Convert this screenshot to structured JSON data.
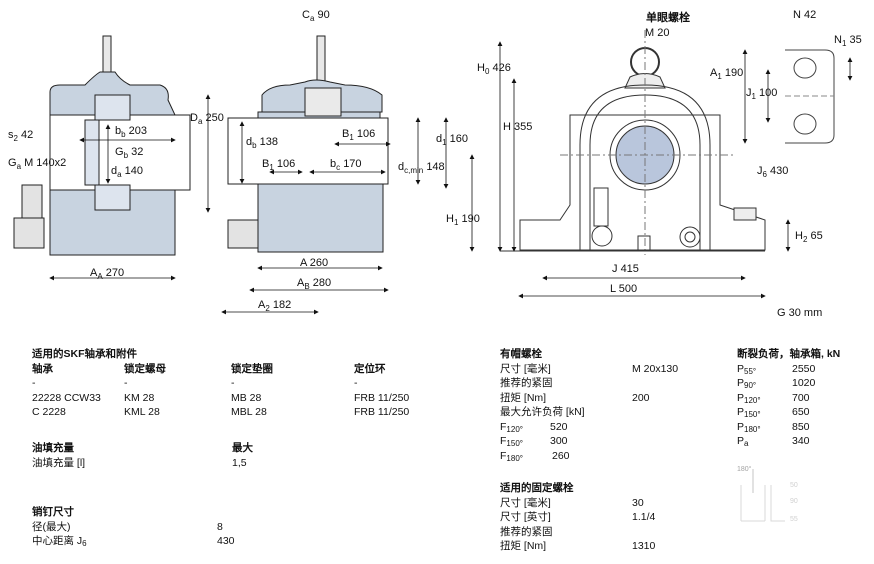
{
  "drawing": {
    "labels": {
      "s2": "42",
      "Ga": "M 140x2",
      "bb": "203",
      "Gb": "32",
      "da": "140",
      "AA": "270",
      "Ca": "90",
      "Da": "250",
      "db": "138",
      "B1_top": "106",
      "B1_bottom": "106",
      "bc": "170",
      "d1": "160",
      "dc_min": "148",
      "H1": "190",
      "A": "260",
      "AB": "280",
      "A2": "182",
      "eyebolt_title": "单眼螺栓",
      "eyebolt_size": "M 20",
      "H0": "426",
      "H": "355",
      "J": "415",
      "L": "500",
      "N": "42",
      "N1": "35",
      "A1": "190",
      "J1": "100",
      "J6": "430",
      "H2": "65",
      "G": "30 mm"
    },
    "colors": {
      "housing": "#c8d3e0",
      "shaft": "#ffffff",
      "line": "#222222",
      "bore": "#b9c6dc"
    }
  },
  "bearings": {
    "title": "适用的SKF轴承和附件",
    "headers": [
      "轴承",
      "锁定螺母",
      "锁定垫圈",
      "定位环"
    ],
    "rows": [
      [
        "-",
        "-",
        "-",
        "-"
      ],
      [
        "22228 CCW33",
        "KM 28",
        "MB 28",
        "FRB 11/250"
      ],
      [
        "C 2228",
        "KML 28",
        "MBL 28",
        "FRB 11/250"
      ]
    ]
  },
  "grease": {
    "title": "油填充量",
    "max_label": "最大",
    "label": "油填充量 [l]",
    "value": "1,5"
  },
  "dowel": {
    "title": "销钉尺寸",
    "rows": [
      {
        "label": "径(最大)",
        "value": "8"
      },
      {
        "label": "中心距离 J",
        "sub": "6",
        "value": "430"
      }
    ]
  },
  "cap_bolts": {
    "title": "有帽螺栓",
    "size_label": "尺寸 [毫米]",
    "size_value": "M 20x130",
    "rec_label": "推荐的紧固",
    "torque_label": "扭矩 [Nm]",
    "torque_value": "200",
    "maxload_label": "最大允许负荷 [kN]",
    "loads": [
      {
        "label": "F",
        "sub": "120°",
        "value": "520"
      },
      {
        "label": "F",
        "sub": "150°",
        "value": "300"
      },
      {
        "label": "F",
        "sub": "180°",
        "value": "260"
      }
    ]
  },
  "attach_bolts": {
    "title": "适用的固定螺栓",
    "rows": [
      {
        "label": "尺寸 [毫米]",
        "value": "30"
      },
      {
        "label": "尺寸 [英寸]",
        "value": "1.1/4"
      },
      {
        "label": "推荐的紧固",
        "value": ""
      },
      {
        "label": "扭矩 [Nm]",
        "value": "1310"
      }
    ]
  },
  "breaking_loads": {
    "title": "断裂负荷，轴承箱, kN",
    "rows": [
      {
        "label": "P",
        "sub": "55°",
        "value": "2550"
      },
      {
        "label": "P",
        "sub": "90°",
        "value": "1020"
      },
      {
        "label": "P",
        "sub": "120°",
        "value": "700"
      },
      {
        "label": "P",
        "sub": "150°",
        "value": "650"
      },
      {
        "label": "P",
        "sub": "180°",
        "value": "850"
      },
      {
        "label": "P",
        "sub": "a",
        "value": "340"
      }
    ],
    "inset_labels": [
      "180°",
      "50",
      "90",
      "55"
    ]
  }
}
